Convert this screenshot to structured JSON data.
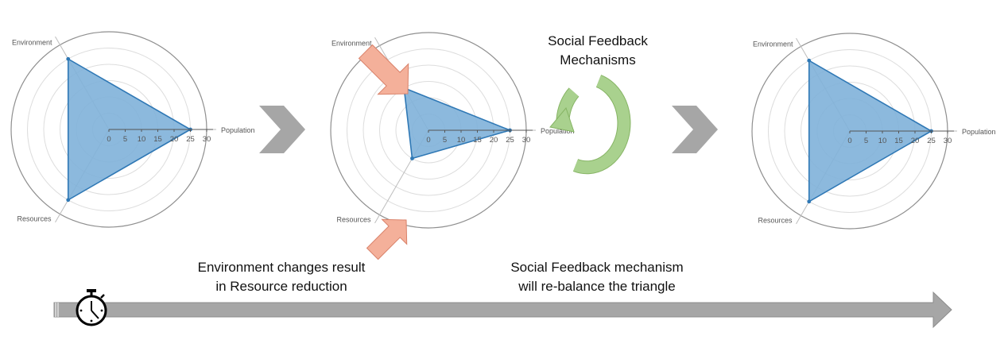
{
  "colors": {
    "radar_fill": "#7fb1d9",
    "radar_stroke": "#2f78b5",
    "pressure_arrow": "#f4b09a",
    "feedback_arrow": "#a9d18e",
    "chevron": "#a6a6a6",
    "timeline": "#a6a6a6"
  },
  "icons": {
    "step_chevrons": "chevron-right-icon",
    "feedback_cycle": "circular-arrow-icon",
    "pressure": "block-arrow-icon",
    "timer": "stopwatch-icon"
  },
  "chart_data": [
    {
      "type": "radar",
      "axes": [
        "Population",
        "Resources",
        "Environment"
      ],
      "ticks": [
        "0",
        "5",
        "10",
        "15",
        "20",
        "25",
        "30"
      ],
      "range": [
        0,
        30
      ],
      "values": [
        25,
        25,
        25
      ]
    },
    {
      "type": "radar",
      "axes": [
        "Population",
        "Resources",
        "Environment"
      ],
      "ticks": [
        "0",
        "5",
        "10",
        "15",
        "20",
        "25",
        "30"
      ],
      "range": [
        0,
        30
      ],
      "values": [
        25,
        10,
        15
      ]
    },
    {
      "type": "radar",
      "axes": [
        "Population",
        "Resources",
        "Environment"
      ],
      "ticks": [
        "0",
        "5",
        "10",
        "15",
        "20",
        "25",
        "30"
      ],
      "range": [
        0,
        30
      ],
      "values": [
        25,
        25,
        25
      ]
    }
  ],
  "feedback": {
    "line1": "Social Feedback",
    "line2": "Mechanisms"
  },
  "captions": {
    "left": {
      "line1": "Environment changes result",
      "line2": "in Resource reduction"
    },
    "right": {
      "line1": "Social Feedback mechanism",
      "line2": "will re-balance the triangle"
    }
  }
}
